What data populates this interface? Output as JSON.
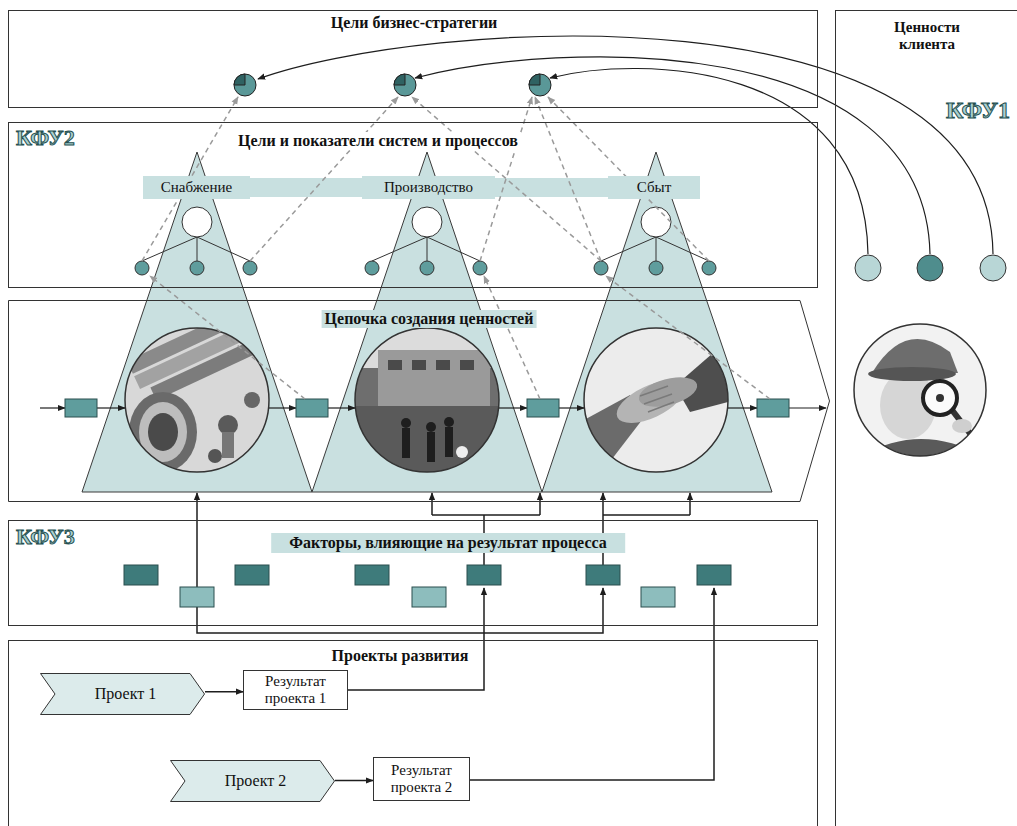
{
  "diagram": {
    "nodes": [
      {
        "text": [
          "Цели бизнес-стратегии"
        ]
      },
      {
        "text": [
          "Ценности клиента",
          "КФУ1"
        ]
      },
      {
        "text": [
          "КФУ2",
          "Цели и показатели систем и процессов"
        ]
      },
      {
        "text": [
          "Снабжение"
        ],
        "in": 2
      },
      {
        "text": [
          "Производство"
        ],
        "in": 2
      },
      {
        "text": [
          "Сбыт"
        ],
        "in": 2
      },
      {
        "text": [
          "Цепочка создания ценностей"
        ]
      },
      {
        "text": [
          "КФУ3",
          "Факторы, влияющие на результат процесса"
        ]
      },
      {
        "text": [
          "Проекты развития"
        ]
      },
      {
        "text": [
          "Проект 1"
        ],
        "in": 8
      },
      {
        "text": [
          "Результат проекта 1"
        ],
        "in": 8
      },
      {
        "text": [
          "Проект 2"
        ],
        "in": 8
      },
      {
        "text": [
          "Результат проекта 2"
        ],
        "in": 8
      }
    ],
    "edges": [
      {
        "from": 9,
        "to": 10,
        "arrow": "to"
      },
      {
        "from": 11,
        "to": 12,
        "arrow": "to"
      }
    ]
  }
}
